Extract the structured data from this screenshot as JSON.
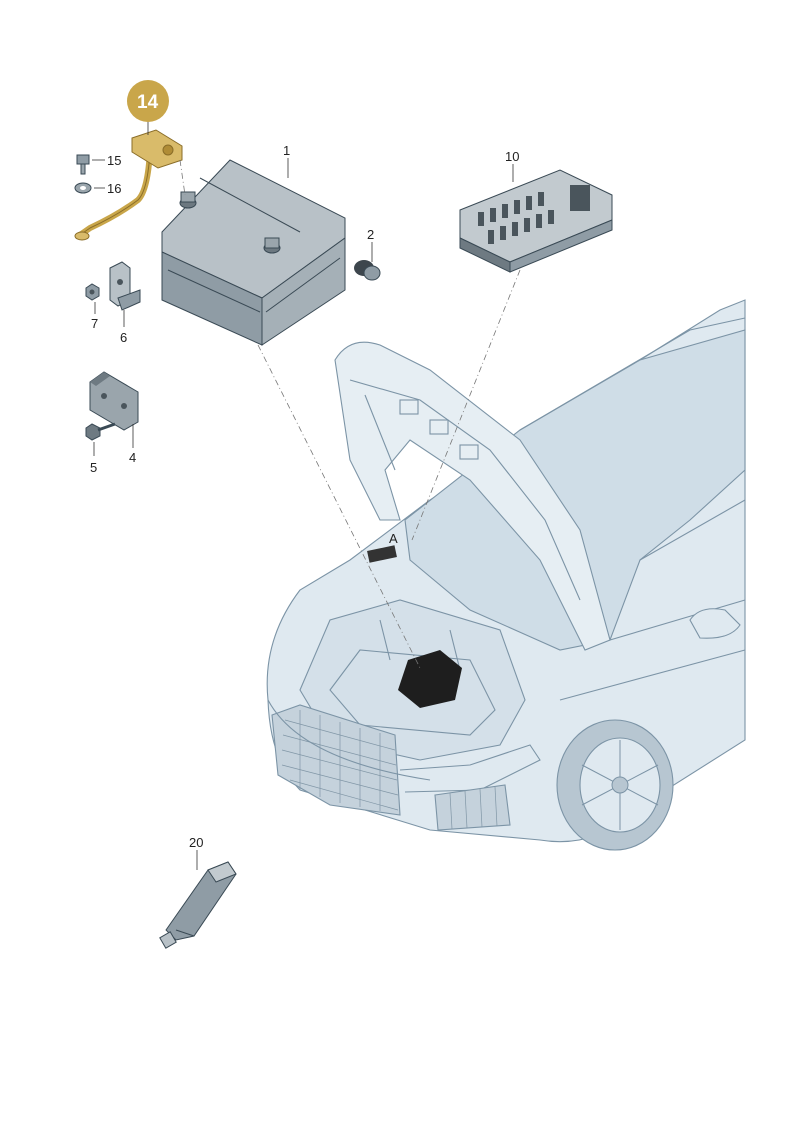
{
  "highlight_color": "#c9a64a",
  "car_color": "#dfe9f0",
  "part_color": "#8f9ca5",
  "badge": {
    "label": "14"
  },
  "callouts": {
    "c1": "1",
    "c2": "2",
    "c4": "4",
    "c5": "5",
    "c6": "6",
    "c7": "7",
    "c10": "10",
    "c15": "15",
    "c16": "16",
    "c20": "20"
  },
  "markers": {
    "a": "A"
  }
}
